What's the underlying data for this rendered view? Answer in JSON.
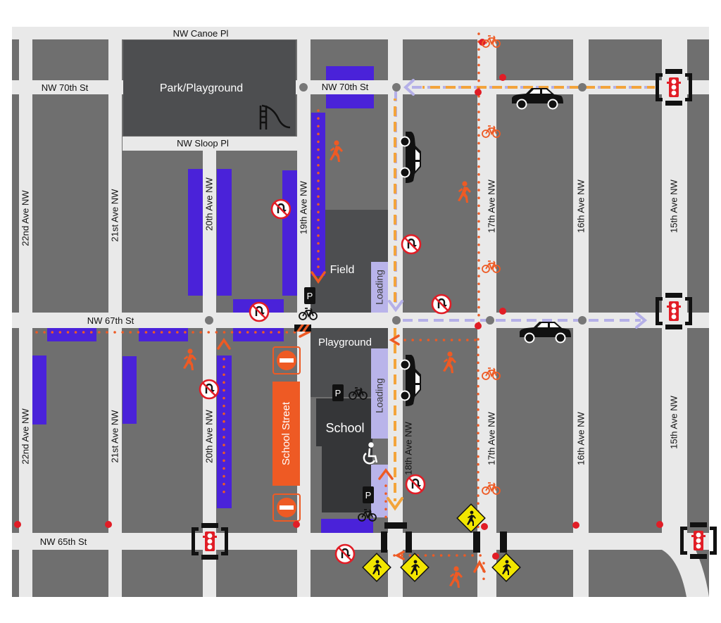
{
  "streets": {
    "nw_canoe_pl": "NW Canoe Pl",
    "nw_70th_west": "NW 70th St",
    "nw_70th_mid": "NW 70th St",
    "nw_sloop_pl": "NW Sloop Pl",
    "nw_67th": "NW 67th St",
    "nw_65th": "NW 65th St",
    "ave22_top": "22nd Ave NW",
    "ave22_bottom": "22nd Ave NW",
    "ave21_top": "21st Ave NW",
    "ave21_bottom": "21st Ave NW",
    "ave20_top": "20th Ave NW",
    "ave20_bottom": "20th Ave NW",
    "ave19": "19th Ave NW",
    "ave18": "18th Ave NW",
    "ave17_top": "17th Ave NW",
    "ave17_bottom": "17th Ave NW",
    "ave16_top": "16th Ave NW",
    "ave16_bottom": "16th Ave NW",
    "ave15_top": "15th Ave NW",
    "ave15_bottom": "15th Ave NW"
  },
  "places": {
    "park": "Park/Playground",
    "field": "Field",
    "playground": "Playground",
    "school": "School",
    "school_street": "School Street",
    "loading_top": "Loading",
    "loading_bottom": "Loading",
    "parking_letter": "P"
  },
  "colors": {
    "background": "#6f6f6f",
    "road": "#e9e9e9",
    "block_dark": "#4d4e50",
    "school_dark": "#353638",
    "parking_blue": "#4a22d9",
    "accent_orange": "#ee5a24",
    "loading_lavender": "#b9b4ea",
    "route_lavender": "#b5b0e8",
    "route_orange": "#f3a43b",
    "signal_red": "#e11d26",
    "ped_sign_yellow": "#f2e600"
  },
  "icons": {
    "traffic_signal": "traffic-signal-icon",
    "no_u_turn": "no-u-turn-icon",
    "pedestrian": "pedestrian-icon",
    "bicycle": "bicycle-icon",
    "car": "car-icon",
    "slide": "slide-icon",
    "accessible": "wheelchair-icon",
    "do_not_enter": "do-not-enter-icon",
    "ped_crossing": "pedestrian-crossing-sign-icon"
  }
}
